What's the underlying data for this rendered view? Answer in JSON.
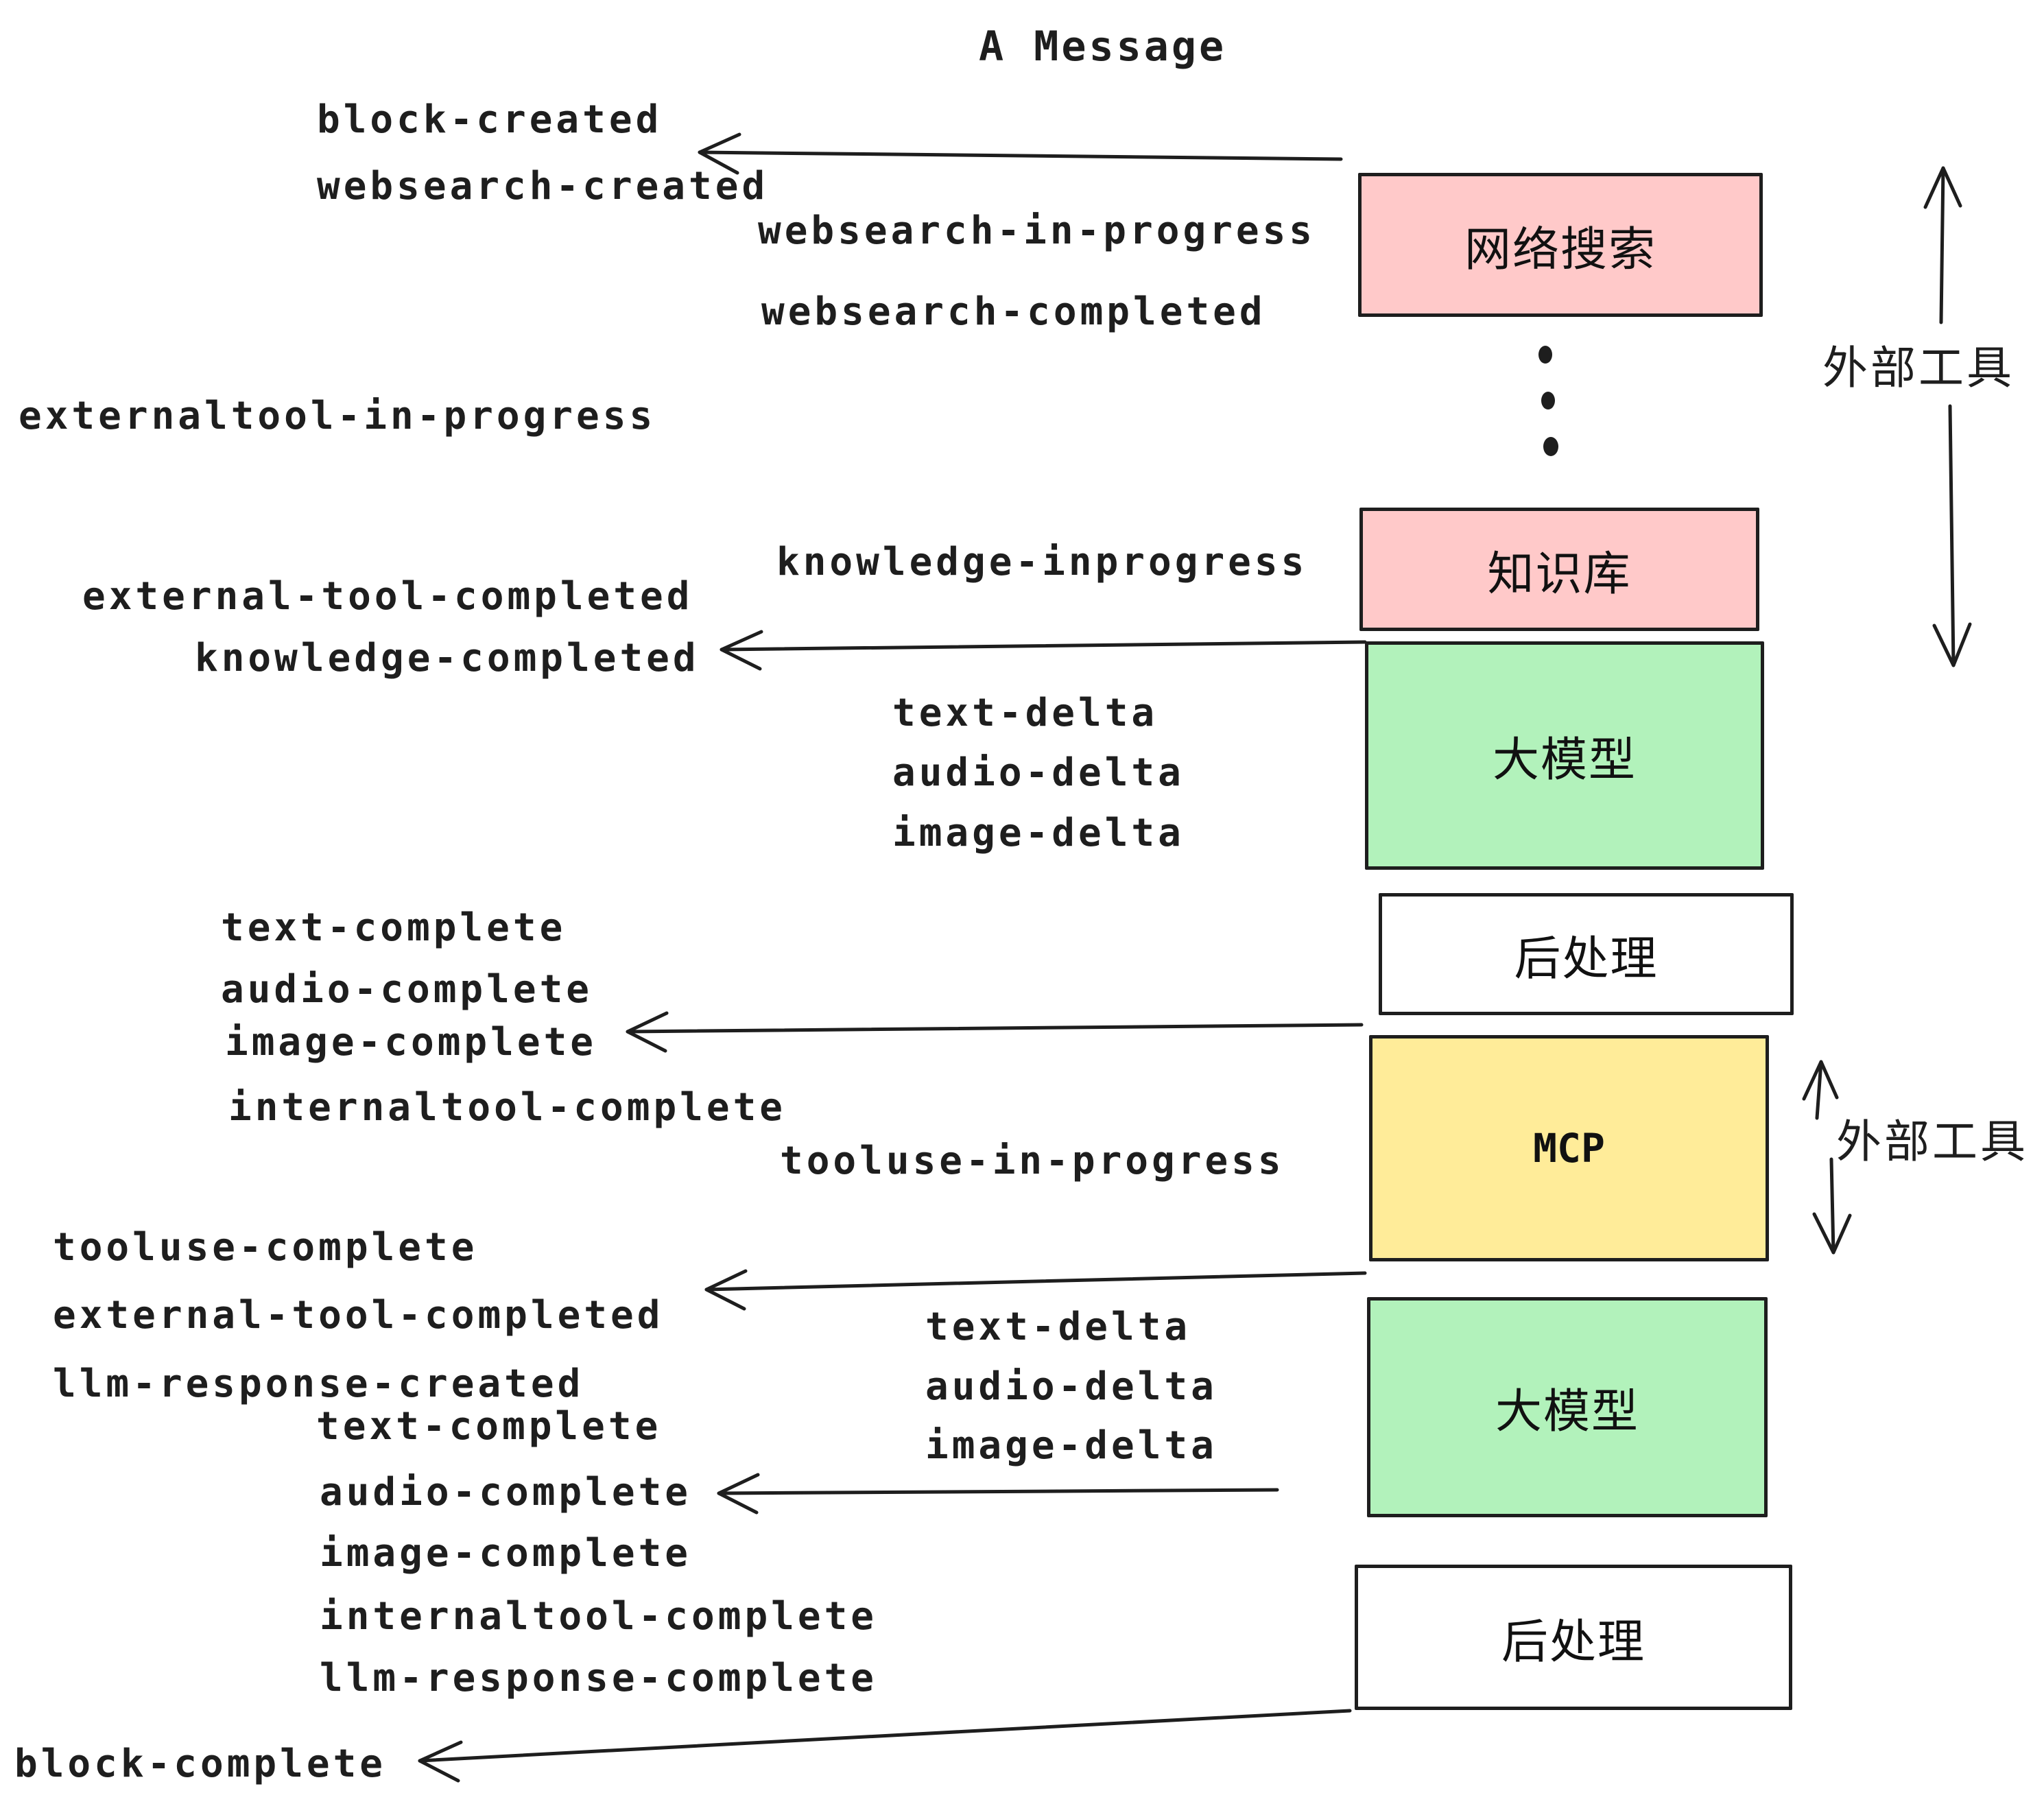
{
  "title": "A Message",
  "colors": {
    "stroke": "#1e1e1e",
    "pink": "#ffc9c9",
    "green": "#b2f2bb",
    "yellow": "#ffec99",
    "white": "#ffffff",
    "background": "#ffffff"
  },
  "events": [
    "block-created",
    "websearch-created",
    "websearch-in-progress",
    "websearch-completed",
    "externaltool-in-progress",
    "knowledge-inprogress",
    "external-tool-completed",
    "knowledge-completed",
    "text-delta",
    "audio-delta",
    "image-delta",
    "text-complete",
    "audio-complete",
    "image-complete",
    "internaltool-complete",
    "tooluse-in-progress",
    "tooluse-complete",
    "external-tool-completed",
    "llm-response-created",
    "text-delta",
    "audio-delta",
    "image-delta",
    "text-complete",
    "audio-complete",
    "image-complete",
    "internaltool-complete",
    "llm-response-complete",
    "block-complete"
  ],
  "boxes": [
    {
      "label": "网络搜索",
      "fill": "#ffc9c9"
    },
    {
      "label": "知识库",
      "fill": "#ffc9c9"
    },
    {
      "label": "大模型",
      "fill": "#b2f2bb"
    },
    {
      "label": "后处理",
      "fill": "#ffffff"
    },
    {
      "label": "MCP",
      "fill": "#ffec99"
    },
    {
      "label": "大模型",
      "fill": "#b2f2bb"
    },
    {
      "label": "后处理",
      "fill": "#ffffff"
    }
  ],
  "side_labels": [
    "外部工具",
    "外部工具"
  ]
}
